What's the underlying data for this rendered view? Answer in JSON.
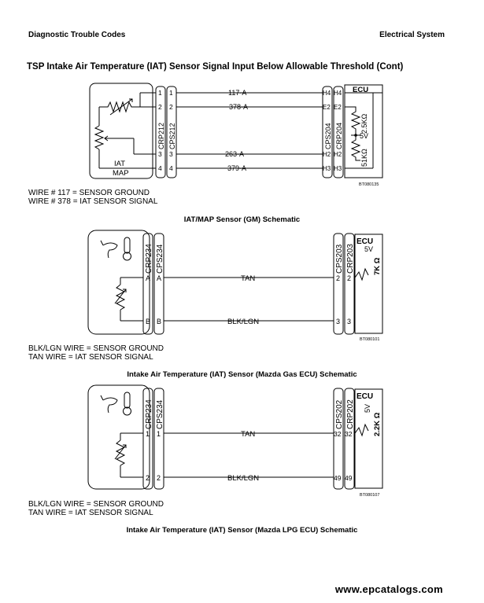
{
  "header": {
    "left": "Diagnostic Trouble Codes",
    "right": "Electrical System"
  },
  "title": "TSP Intake Air Temperature (IAT) Sensor Signal Input Below Allowable Threshold (Cont)",
  "diagram1": {
    "connector_left_1": "CRP212",
    "connector_left_2": "CPS212",
    "connector_right_1": "CPS204",
    "connector_right_2": "CRP204",
    "ecu_label": "ECU",
    "sensor_label_1": "IAT",
    "sensor_label_2": "MAP",
    "wires": [
      "117-A",
      "378-A",
      "263-A",
      "379-A"
    ],
    "left_pins": [
      "1",
      "2",
      "3",
      "4"
    ],
    "right_pins": [
      "H4",
      "E2",
      "H2",
      "H3"
    ],
    "resistor_1": "2.5KΩ",
    "voltage": "5V",
    "resistor_2": "51KΩ",
    "code": "BT080135"
  },
  "notes1": [
    "WIRE # 117 = SENSOR GROUND",
    "WIRE # 378 = IAT SENSOR SIGNAL"
  ],
  "caption1": "IAT/MAP Sensor (GM) Schematic",
  "diagram2": {
    "connector_left_1": "CRP234",
    "connector_left_2": "CPS234",
    "connector_right_1": "CPS203",
    "connector_right_2": "CRP203",
    "ecu_label": "ECU",
    "voltage": "5V",
    "resistor": "7K Ω",
    "wires": [
      "TAN",
      "BLK/LGN"
    ],
    "left_pins": [
      "A",
      "B"
    ],
    "right_pins": [
      "2",
      "3"
    ],
    "code": "BT080101"
  },
  "notes2": [
    "BLK/LGN WIRE = SENSOR GROUND",
    "TAN WIRE = IAT SENSOR SIGNAL"
  ],
  "caption2": "Intake Air Temperature (IAT) Sensor (Mazda Gas ECU) Schematic",
  "diagram3": {
    "connector_left_1": "CRP234",
    "connector_left_2": "CPS234",
    "connector_right_1": "CPS202",
    "connector_right_2": "CRP202",
    "ecu_label": "ECU",
    "voltage": "5V",
    "resistor": "2.2K Ω",
    "wires": [
      "TAN",
      "BLK/LGN"
    ],
    "left_pins": [
      "1",
      "2"
    ],
    "right_pins": [
      "32",
      "49"
    ],
    "code": "BT080107"
  },
  "notes3": [
    "BLK/LGN WIRE = SENSOR GROUND",
    "TAN WIRE = IAT SENSOR SIGNAL"
  ],
  "caption3": "Intake Air Temperature (IAT) Sensor (Mazda LPG ECU) Schematic",
  "watermark": "www.epcatalogs.com"
}
